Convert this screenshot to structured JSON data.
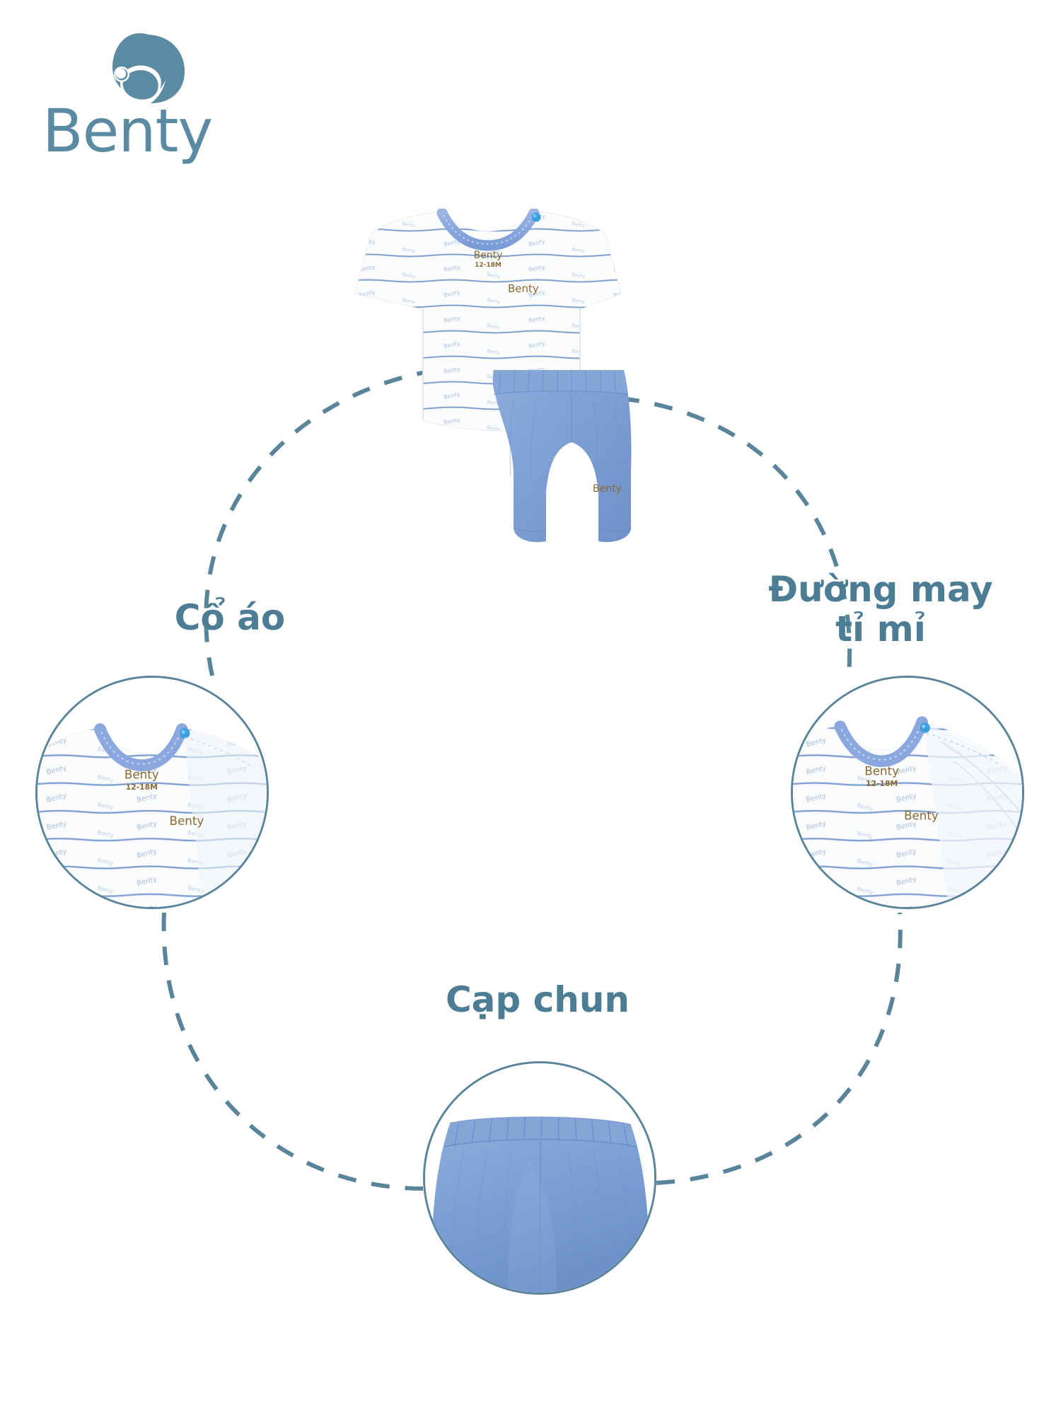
{
  "brand": {
    "name": "Benty",
    "logo_mark": "mother-and-baby-icon",
    "accent_color": "#5b8aa3"
  },
  "colors": {
    "brand_blue": "#5b8aa3",
    "label_text": "#4d7d95",
    "circle_stroke": "#5a8499",
    "dashed_line": "#5a8499",
    "shorts_fabric": "#7fa0d4",
    "collar_trim": "#8aa8dd",
    "stripe_blue": "#6b90c9",
    "tag_text": "#8a6a32",
    "snap_button": "#3e9fe0",
    "shirt_base": "#fbfcfd"
  },
  "features": [
    {
      "id": "collar",
      "label": "Cổ áo",
      "position": "left"
    },
    {
      "id": "stitching",
      "label": "Đường may\ntỉ mỉ",
      "position": "right"
    },
    {
      "id": "waistband",
      "label": "Cạp chun",
      "position": "bottom"
    }
  ],
  "product": {
    "type": "baby-pajama-set",
    "top": {
      "name": "striped-short-sleeve-tee",
      "neck_tag_brand": "Benty",
      "neck_tag_size": "12-18M",
      "chest_print": "Benty",
      "pattern": "horizontal-stripes-with-benty-script",
      "scatter_text": "Benty"
    },
    "bottom": {
      "name": "elastic-waist-shorts",
      "leg_print": "Benty",
      "waistband": "elastic-gathered"
    }
  },
  "detail_circles": [
    {
      "id": "collar",
      "feature": "Cổ áo",
      "shows": "neckline-trim-closeup",
      "tag_brand": "Benty",
      "tag_size": "12-18M",
      "chest_print": "Benty"
    },
    {
      "id": "stitching",
      "feature": "Đường may tỉ mỉ",
      "shows": "shoulder-seam-closeup",
      "tag_brand": "Benty",
      "tag_size": "12-18M",
      "chest_print": "Benty"
    },
    {
      "id": "waistband",
      "feature": "Cạp chun",
      "shows": "elastic-waistband-closeup"
    }
  ]
}
